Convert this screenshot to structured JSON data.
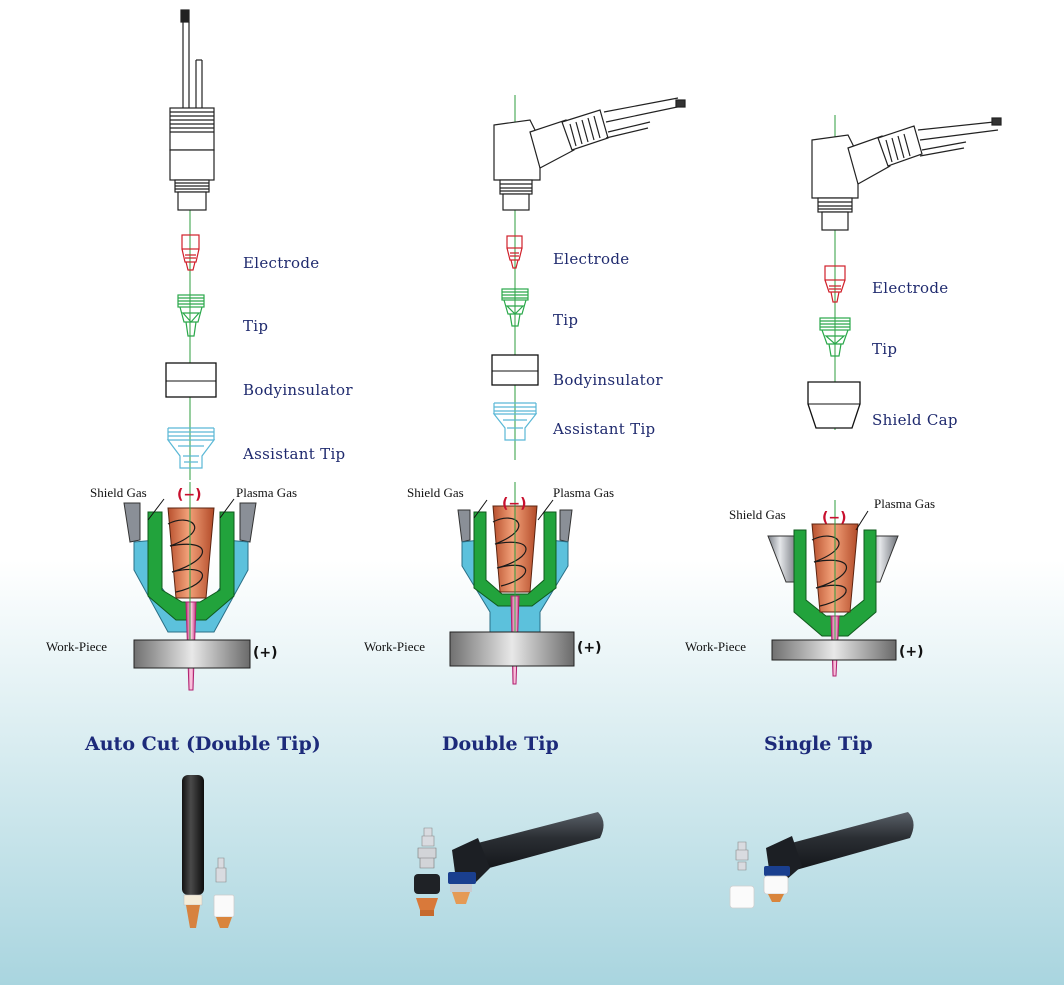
{
  "columns": [
    {
      "id": "auto-cut",
      "title": "Auto Cut (Double Tip)",
      "parts": [
        "Electrode",
        "Tip",
        "Bodyinsulator",
        "Assistant Tip"
      ],
      "shield_gas": "Shield Gas",
      "plasma_gas": "Plasma Gas",
      "negative": "(−)",
      "work_piece": "Work-Piece",
      "positive": "(+)"
    },
    {
      "id": "double-tip",
      "title": "Double Tip",
      "parts": [
        "Electrode",
        "Tip",
        "Bodyinsulator",
        "Assistant Tip"
      ],
      "shield_gas": "Shield Gas",
      "plasma_gas": "Plasma Gas",
      "negative": "(−)",
      "work_piece": "Work-Piece",
      "positive": "(+)"
    },
    {
      "id": "single-tip",
      "title": "Single Tip",
      "parts": [
        "Electrode",
        "Tip",
        "Shield Cap"
      ],
      "shield_gas": "Shield Gas",
      "plasma_gas": "Plasma Gas",
      "negative": "(−)",
      "work_piece": "Work-Piece",
      "positive": "(+)"
    }
  ],
  "colors": {
    "label_text": "#1f2a6e",
    "title_text": "#1c2a7a",
    "electrode": "#d0202a",
    "tip": "#2aa84a",
    "assistant_tip": "#5ab8d6",
    "copper": "#e07a52",
    "arc": "#e0559a",
    "centerline": "#2e9e3e"
  }
}
